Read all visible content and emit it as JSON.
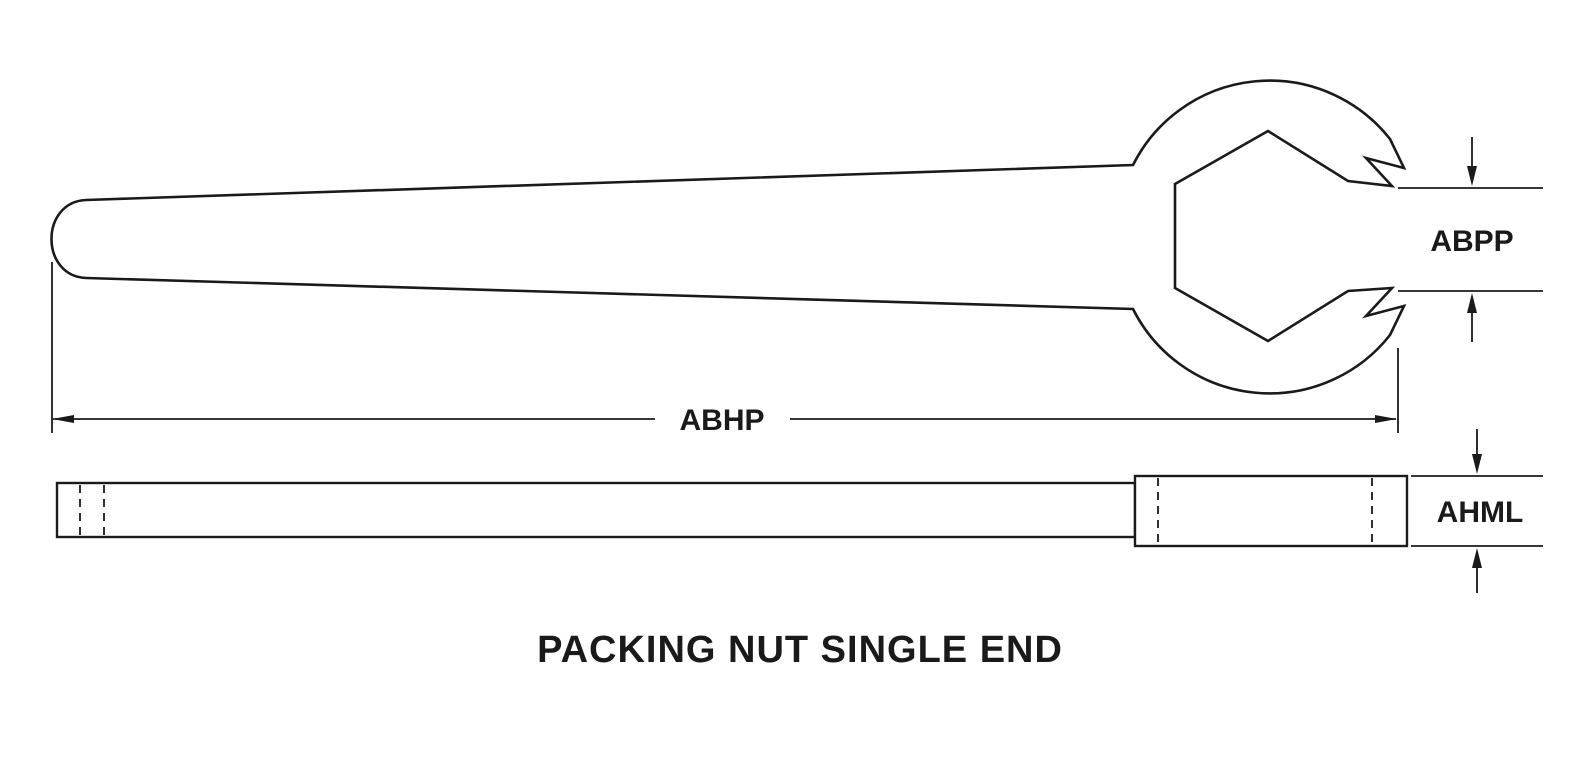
{
  "drawing": {
    "title": "PACKING NUT SINGLE END",
    "dimensions": {
      "jaw_opening_label": "ABPP",
      "overall_length_label": "ABHP",
      "head_thickness_label": "AHML"
    },
    "colors": {
      "line": "#1a1a1a",
      "background": "#ffffff"
    }
  }
}
